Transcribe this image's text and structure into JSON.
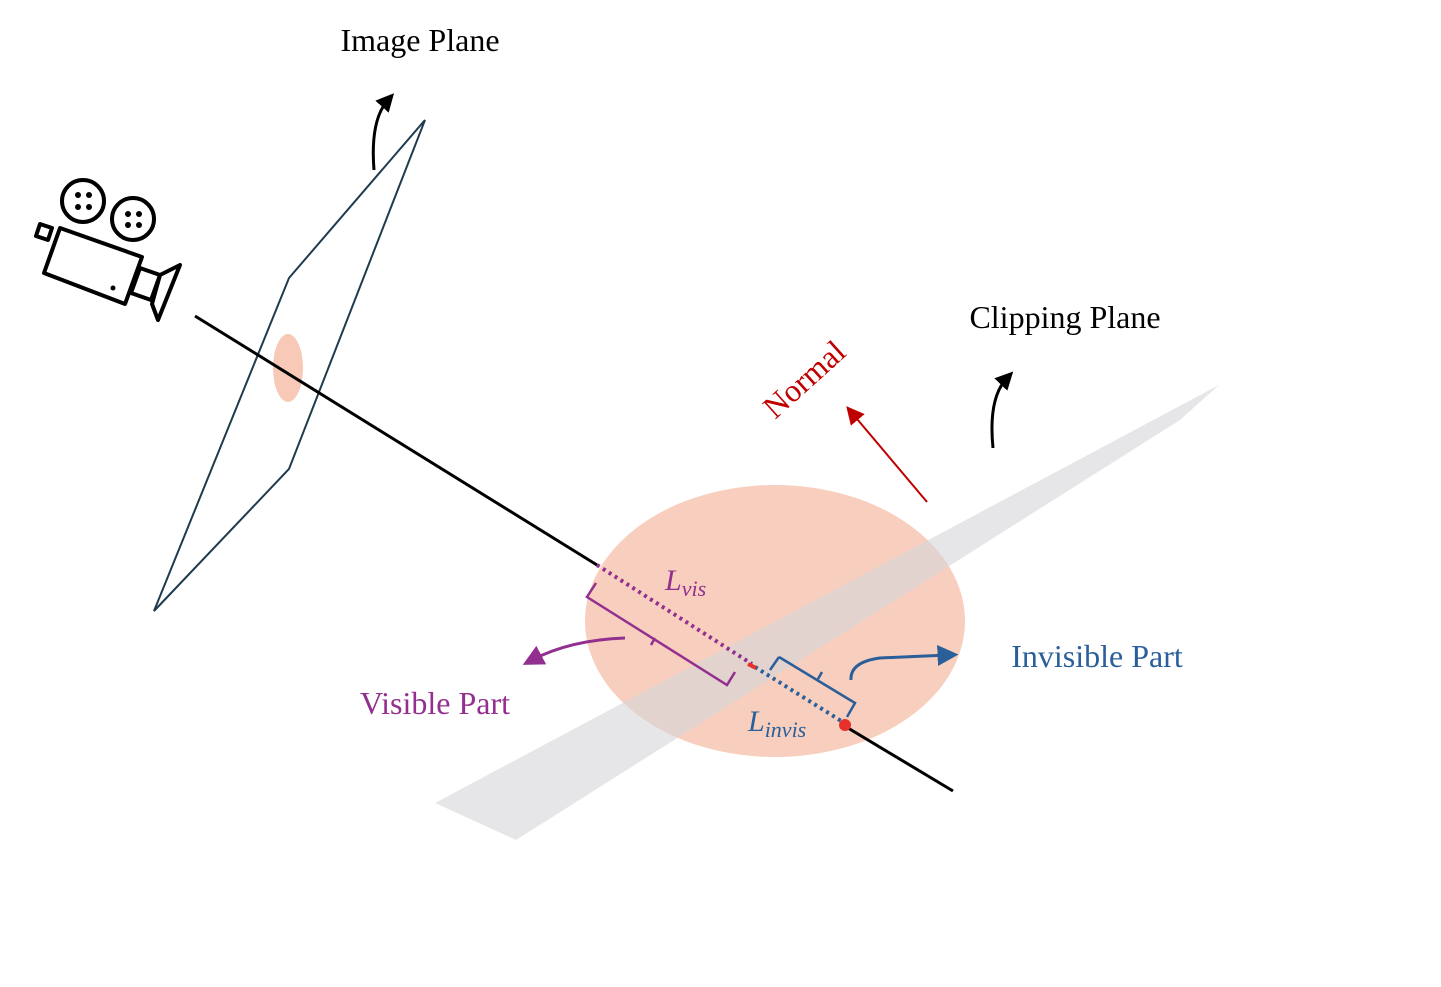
{
  "labels": {
    "image_plane": "Image Plane",
    "clipping_plane": "Clipping Plane",
    "normal": "Normal",
    "visible_part": "Visible Part",
    "invisible_part": "Invisible Part",
    "l_vis_main": "L",
    "l_vis_sub": "vis",
    "l_invis_main": "L",
    "l_invis_sub": "invis"
  },
  "icons": {
    "camera": "movie-camera-icon"
  },
  "colors": {
    "ray": "#000000",
    "image_plane_edge": "#1f3b4d",
    "gaussian_fill": "#f6c3ae",
    "clipping_plane_fill": "#dcdcdf",
    "normal": "#c00000",
    "visible": "#932f8f",
    "invisible": "#2a5f9a",
    "intersection_point": "#e8302a",
    "arrow_black": "#000000"
  }
}
